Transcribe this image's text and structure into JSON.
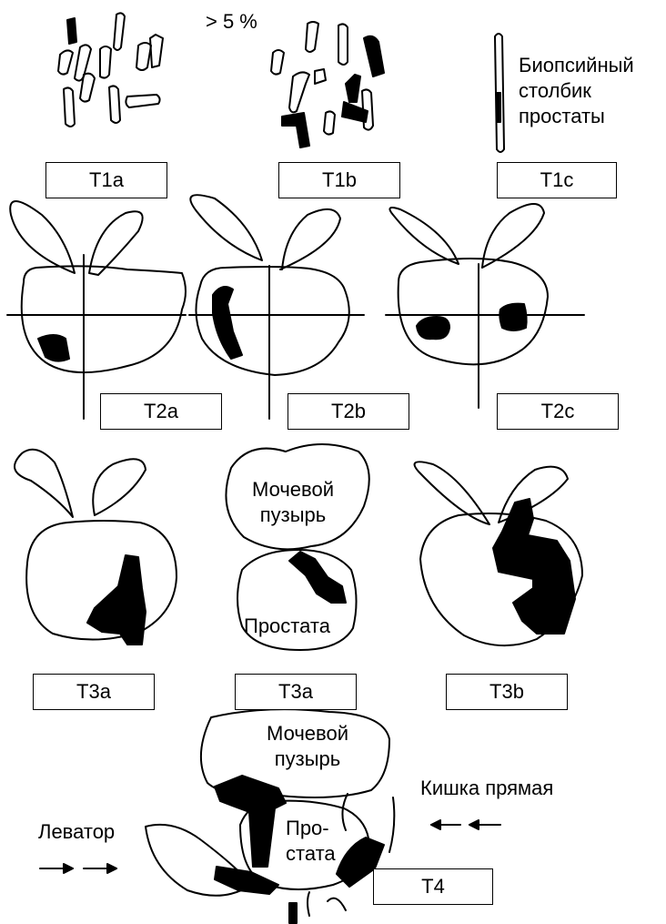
{
  "threshold_note": "> 5 %",
  "biopsy_label": [
    "Биопсийный",
    "столбик",
    "простаты"
  ],
  "stage_labels": {
    "t1a": "T1a",
    "t1b": "T1b",
    "t1c": "T1c",
    "t2a": "T2a",
    "t2b": "T2b",
    "t2c": "T2c",
    "t3a_1": "T3a",
    "t3a_2": "T3a",
    "t3b": "T3b",
    "t4": "T4"
  },
  "organ_labels": {
    "bladder_t3": [
      "Мочевой",
      "пузырь"
    ],
    "prostate_t3": "Простата",
    "bladder_t4": [
      "Мочевой",
      "пузырь"
    ],
    "rectum_t4": "Кишка прямая",
    "levator_t4": "Леватор",
    "prostate_t4": [
      "Про-",
      "стата"
    ]
  }
}
